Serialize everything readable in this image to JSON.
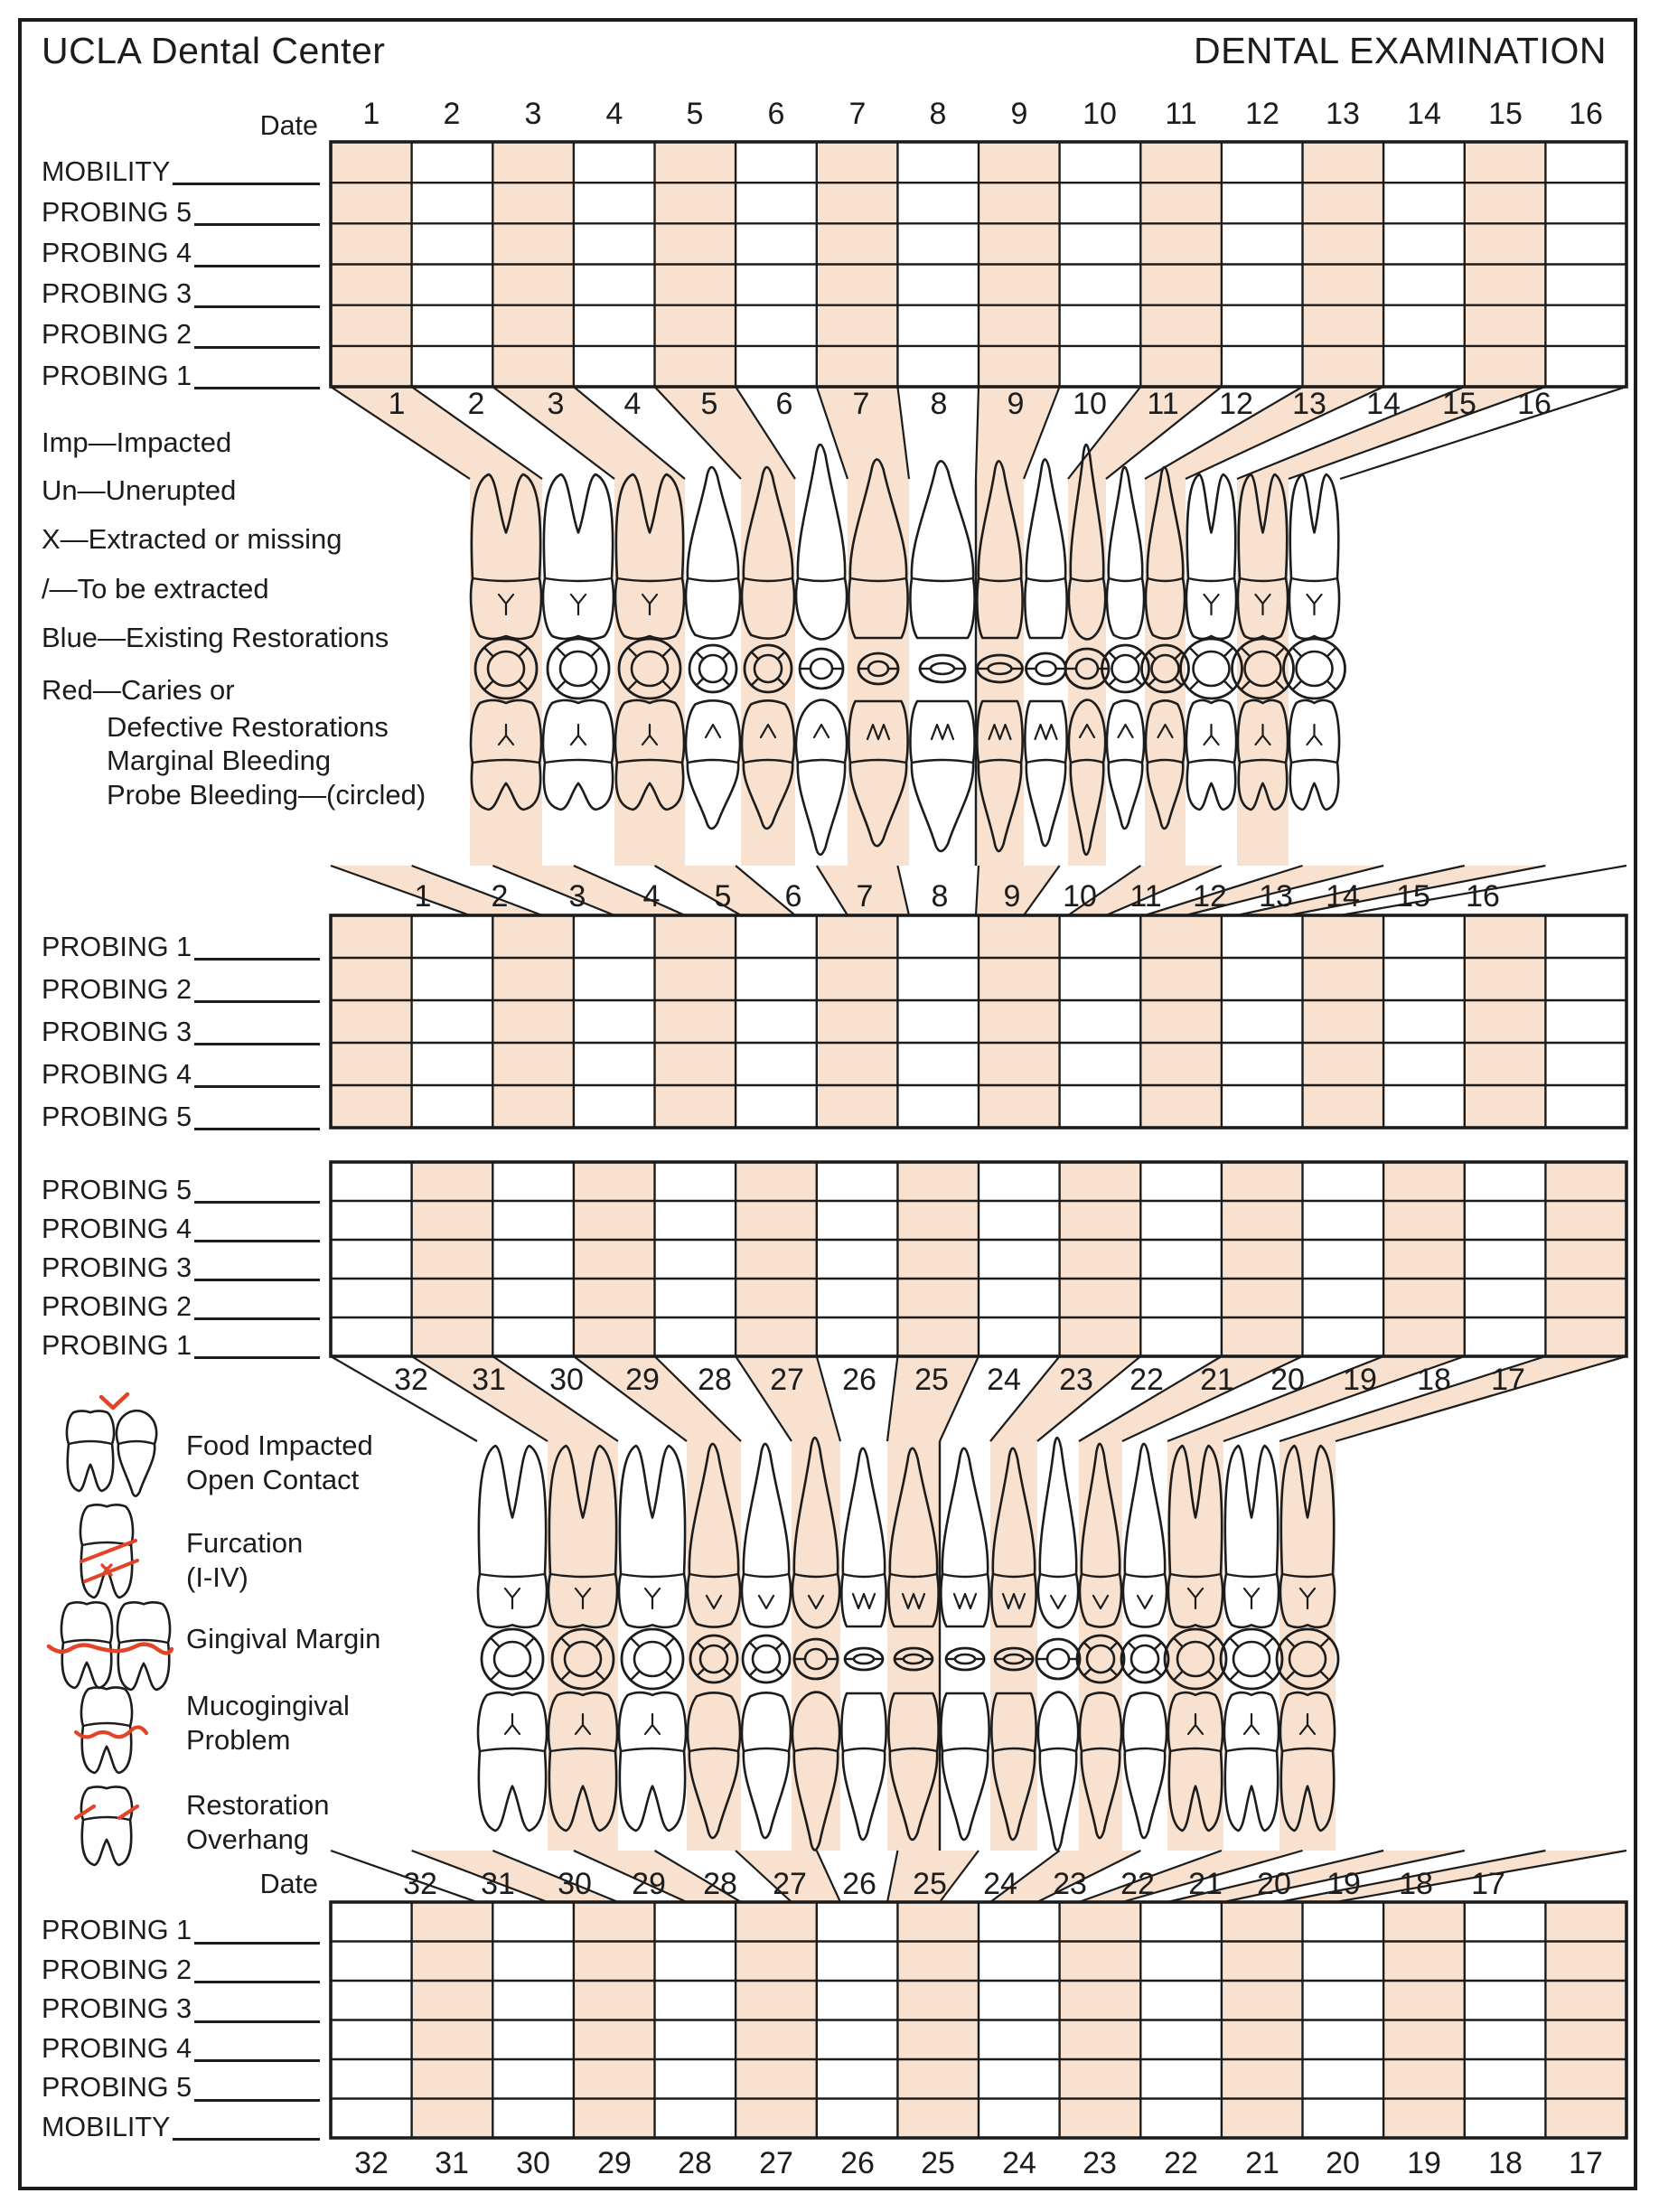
{
  "header": {
    "left_title": "UCLA Dental Center",
    "right_title": "DENTAL EXAMINATION"
  },
  "colors": {
    "ink": "#1c1c1c",
    "shade": "#f8e1ce",
    "red": "#e34428",
    "paper": "#ffffff"
  },
  "upper_section": {
    "date_label": "Date",
    "tooth_numbers": [
      "1",
      "2",
      "3",
      "4",
      "5",
      "6",
      "7",
      "8",
      "9",
      "10",
      "11",
      "12",
      "13",
      "14",
      "15",
      "16"
    ],
    "top_grid_row_labels": [
      "MOBILITY",
      "PROBING 5",
      "PROBING 4",
      "PROBING 3",
      "PROBING 2",
      "PROBING 1"
    ],
    "bottom_grid_row_labels": [
      "PROBING 1",
      "PROBING 2",
      "PROBING 3",
      "PROBING 4",
      "PROBING 5"
    ]
  },
  "lower_section": {
    "date_label": "Date",
    "tooth_numbers": [
      "32",
      "31",
      "30",
      "29",
      "28",
      "27",
      "26",
      "25",
      "24",
      "23",
      "22",
      "21",
      "20",
      "19",
      "18",
      "17"
    ],
    "top_grid_row_labels": [
      "PROBING 5",
      "PROBING 4",
      "PROBING 3",
      "PROBING 2",
      "PROBING 1"
    ],
    "bottom_grid_row_labels": [
      "PROBING 1",
      "PROBING 2",
      "PROBING 3",
      "PROBING 4",
      "PROBING 5",
      "MOBILITY"
    ]
  },
  "symbol_legend": {
    "items": [
      "Imp—Impacted",
      "Un—Unerupted",
      "X—Extracted or missing",
      "/—To be extracted",
      "Blue—Existing Restorations",
      "Red—Caries or",
      "Defective Restorations",
      "Marginal Bleeding",
      "Probe Bleeding—(circled)"
    ]
  },
  "condition_legend": {
    "items": [
      {
        "icon": "food-impacted-teeth-icon",
        "label_lines": [
          "Food Impacted",
          "Open Contact"
        ]
      },
      {
        "icon": "furcation-tooth-icon",
        "label_lines": [
          "Furcation",
          "(I-IV)"
        ]
      },
      {
        "icon": "gingival-margin-teeth-icon",
        "label_lines": [
          "Gingival Margin"
        ]
      },
      {
        "icon": "mucogingival-problem-tooth-icon",
        "label_lines": [
          "Mucogingival",
          "Problem"
        ]
      },
      {
        "icon": "restoration-overhang-tooth-icon",
        "label_lines": [
          "Restoration",
          "Overhang"
        ]
      }
    ]
  }
}
